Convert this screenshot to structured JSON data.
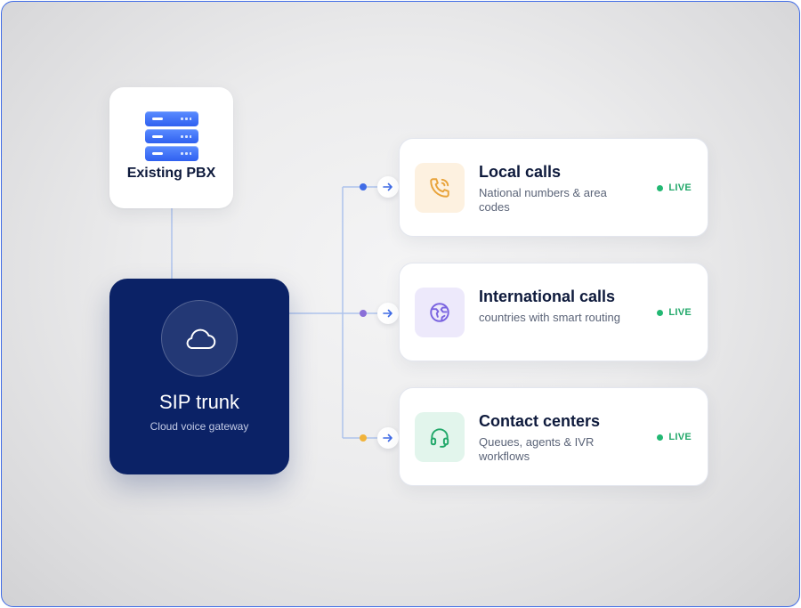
{
  "pbx": {
    "label": "Existing PBX",
    "icon": "server-icon"
  },
  "sip": {
    "title": "SIP trunk",
    "subtitle": "Cloud voice gateway",
    "icon": "cloud-icon"
  },
  "routes": [
    {
      "title": "Local calls",
      "desc": "National numbers & area codes",
      "status": "LIVE",
      "icon": "phone-call-icon",
      "accent": "#e8a33a",
      "tint": "#fdf1e0",
      "dot": "#3f6be6"
    },
    {
      "title": "International calls",
      "desc": "countries with smart routing",
      "status": "LIVE",
      "icon": "globe-icon",
      "accent": "#7a63e0",
      "tint": "#ede9fb",
      "dot": "#8a6fd8"
    },
    {
      "title": "Contact centers",
      "desc": "Queues, agents & IVR workflows",
      "status": "LIVE",
      "icon": "headset-icon",
      "accent": "#22a86a",
      "tint": "#e2f5ec",
      "dot": "#f1b33a"
    }
  ],
  "colors": {
    "navy": "#0b2266",
    "accent_blue": "#3f6be6",
    "live_green": "#22b873",
    "connector": "#a9c0ee"
  }
}
